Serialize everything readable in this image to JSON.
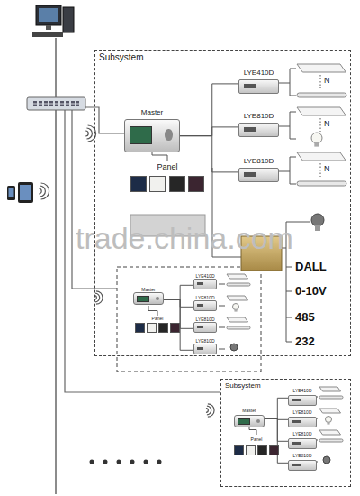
{
  "diagram": {
    "nodes": [
      {
        "text": [
          "Subsystem"
        ]
      },
      {
        "text": [
          "Master"
        ],
        "in": 0
      },
      {
        "text": [
          "Panel"
        ],
        "in": 0
      },
      {
        "text": [
          "LYE410D"
        ],
        "in": 0
      },
      {
        "text": [
          "LYE810D"
        ],
        "in": 0
      },
      {
        "text": [
          "LYE810D"
        ],
        "in": 0
      },
      {
        "text": [
          "Master"
        ]
      },
      {
        "text": [
          "Panel"
        ]
      },
      {
        "text": [
          "LYE410D"
        ]
      },
      {
        "text": [
          "LYE810D"
        ]
      },
      {
        "text": [
          "LYE810D"
        ]
      },
      {
        "text": [
          "LYE810D"
        ]
      },
      {
        "text": [
          "Subsystem"
        ]
      },
      {
        "text": [
          "Master"
        ],
        "in": 12
      },
      {
        "text": [
          "Panel"
        ],
        "in": 12
      },
      {
        "text": [
          "LYE410D"
        ],
        "in": 12
      },
      {
        "text": [
          "LYE810D"
        ],
        "in": 12
      },
      {
        "text": [
          "LYE810D"
        ],
        "in": 12
      },
      {
        "text": [
          "LYE810D"
        ],
        "in": 12
      }
    ],
    "edges": [
      {
        "from": 1,
        "to": 2,
        "arrow": "none"
      },
      {
        "from": 1,
        "to": 3,
        "arrow": "none"
      },
      {
        "from": 1,
        "to": 4,
        "arrow": "none"
      },
      {
        "from": 1,
        "to": 5,
        "arrow": "none"
      },
      {
        "from": 6,
        "to": 7,
        "arrow": "none"
      },
      {
        "from": 6,
        "to": 8,
        "arrow": "none"
      },
      {
        "from": 6,
        "to": 9,
        "arrow": "none"
      },
      {
        "from": 6,
        "to": 10,
        "arrow": "none"
      },
      {
        "from": 6,
        "to": 11,
        "arrow": "none"
      },
      {
        "from": 13,
        "to": 14,
        "arrow": "none"
      },
      {
        "from": 13,
        "to": 15,
        "arrow": "none"
      },
      {
        "from": 13,
        "to": 16,
        "arrow": "none"
      },
      {
        "from": 13,
        "to": 17,
        "arrow": "none"
      },
      {
        "from": 13,
        "to": 18,
        "arrow": "none"
      }
    ],
    "labels": [
      "N",
      "N",
      "N",
      "DALL",
      "0-10V",
      "485",
      "232",
      "trade.china.com"
    ]
  }
}
